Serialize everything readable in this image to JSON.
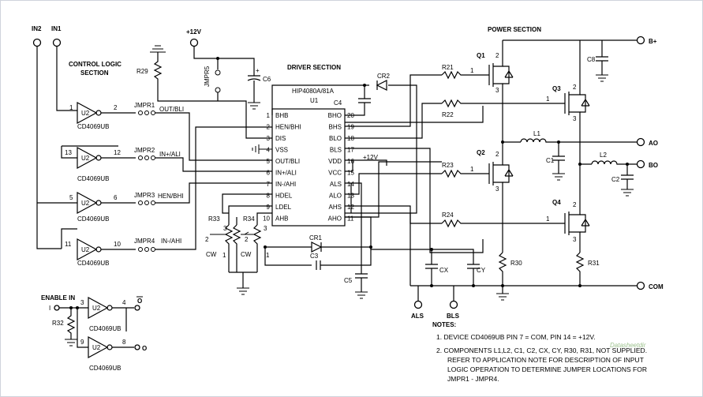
{
  "inputs": {
    "in2": "IN2",
    "in1": "IN1"
  },
  "titles": {
    "control_logic_1": "CONTROL LOGIC",
    "control_logic_2": "SECTION",
    "driver": "DRIVER SECTION",
    "power": "POWER SECTION"
  },
  "supply": {
    "plus12v_top": "+12V",
    "plus12v_ic": "+12V",
    "bplus": "B+",
    "com": "COM"
  },
  "ic": {
    "part": "HIP4080A/81A",
    "ref": "U1",
    "c4": "C4",
    "left_pins": [
      {
        "num": "1",
        "name": "BHB"
      },
      {
        "num": "2",
        "name": "HEN/BHI"
      },
      {
        "num": "3",
        "name": "DIS"
      },
      {
        "num": "4",
        "name": "VSS"
      },
      {
        "num": "5",
        "name": "OUT/BLI"
      },
      {
        "num": "6",
        "name": "IN+/ALI"
      },
      {
        "num": "7",
        "name": "IN-/AHI"
      },
      {
        "num": "8",
        "name": "HDEL"
      },
      {
        "num": "9",
        "name": "LDEL"
      },
      {
        "num": "10",
        "name": "AHB"
      }
    ],
    "right_pins": [
      {
        "num": "20",
        "name": "BHO"
      },
      {
        "num": "19",
        "name": "BHS"
      },
      {
        "num": "18",
        "name": "BLO"
      },
      {
        "num": "17",
        "name": "BLS"
      },
      {
        "num": "16",
        "name": "VDD"
      },
      {
        "num": "15",
        "name": "VCC"
      },
      {
        "num": "14",
        "name": "ALS"
      },
      {
        "num": "13",
        "name": "ALO"
      },
      {
        "num": "12",
        "name": "AHS"
      },
      {
        "num": "11",
        "name": "AHO"
      }
    ]
  },
  "gates": [
    {
      "ref": "U2",
      "part": "CD4069UB",
      "in_pin": "1",
      "out_pin": "2"
    },
    {
      "ref": "U2",
      "part": "CD4069UB",
      "in_pin": "13",
      "out_pin": "12"
    },
    {
      "ref": "U2",
      "part": "CD4069UB",
      "in_pin": "5",
      "out_pin": "6"
    },
    {
      "ref": "U2",
      "part": "CD4069UB",
      "in_pin": "11",
      "out_pin": "10"
    }
  ],
  "jumpers": [
    {
      "ref": "JMPR1",
      "net": "OUT/BLI"
    },
    {
      "ref": "JMPR2",
      "net": "IN+/ALI"
    },
    {
      "ref": "JMPR3",
      "net": "HEN/BHI"
    },
    {
      "ref": "JMPR4",
      "net": "IN-/AHI"
    }
  ],
  "jmpr5": "JMPR5",
  "resistors": {
    "r29": "R29",
    "r21": "R21",
    "r22": "R22",
    "r23": "R23",
    "r24": "R24",
    "r30": "R30",
    "r31": "R31",
    "r32": "R32",
    "r33": "R33",
    "r34": "R34"
  },
  "caps": {
    "c6": "C6",
    "c8": "C8",
    "c1": "C1",
    "c2": "C2",
    "c3": "C3",
    "c5": "C5",
    "cx": "CX",
    "cy": "CY"
  },
  "inductors": {
    "l1": "L1",
    "l2": "L2"
  },
  "diodes": {
    "cr1": "CR1",
    "cr2": "CR2"
  },
  "mosfets": [
    "Q1",
    "Q2",
    "Q3",
    "Q4"
  ],
  "pot_labels": {
    "cw": "CW",
    "p1": "1",
    "p2": "2",
    "p3": "3"
  },
  "outputs": {
    "ao": "AO",
    "bo": "BO",
    "als": "ALS",
    "bls": "BLS"
  },
  "enable": {
    "label": "ENABLE IN",
    "in_marker": "I",
    "out_bar": "O",
    "out2": "O",
    "gate1": {
      "ref": "U2",
      "part": "CD4069UB",
      "in_pin": "3",
      "out_pin": "4"
    },
    "gate2": {
      "ref": "U2",
      "part": "CD4069UB",
      "in_pin": "9",
      "out_pin": "8"
    }
  },
  "notes": {
    "heading": "NOTES:",
    "n1": "1.  DEVICE CD4069UB PIN 7 = COM, PIN 14 = +12V.",
    "n2_l1": "2.  COMPONENTS L1,L2, C1, C2, CX, CY, R30, R31, NOT SUPPLIED.",
    "n2_l2": "REFER TO APPLICATION NOTE FOR DESCRIPTION OF INPUT",
    "n2_l3": "LOGIC OPERATION TO DETERMINE JUMPER LOCATIONS FOR",
    "n2_l4": "JMPR1 - JMPR4."
  },
  "watermark": "Datasheetdir"
}
